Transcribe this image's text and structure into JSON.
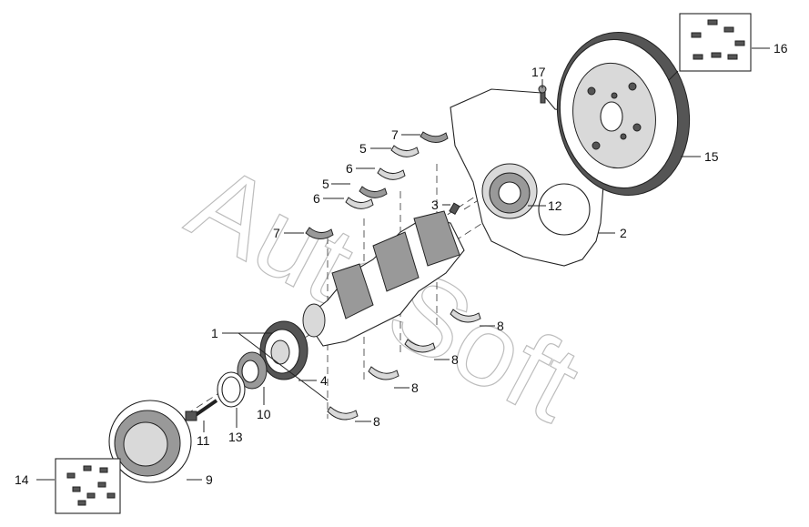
{
  "watermark": "AutoSoft",
  "callouts": [
    {
      "id": "c1",
      "text": "1"
    },
    {
      "id": "c2",
      "text": "2"
    },
    {
      "id": "c3",
      "text": "3"
    },
    {
      "id": "c4",
      "text": "4"
    },
    {
      "id": "c5a",
      "text": "5"
    },
    {
      "id": "c5b",
      "text": "5"
    },
    {
      "id": "c6a",
      "text": "6"
    },
    {
      "id": "c6b",
      "text": "6"
    },
    {
      "id": "c7a",
      "text": "7"
    },
    {
      "id": "c7b",
      "text": "7"
    },
    {
      "id": "c8a",
      "text": "8"
    },
    {
      "id": "c8b",
      "text": "8"
    },
    {
      "id": "c8c",
      "text": "8"
    },
    {
      "id": "c8d",
      "text": "8"
    },
    {
      "id": "c9",
      "text": "9"
    },
    {
      "id": "c10",
      "text": "10"
    },
    {
      "id": "c11",
      "text": "11"
    },
    {
      "id": "c12",
      "text": "12"
    },
    {
      "id": "c13",
      "text": "13"
    },
    {
      "id": "c14",
      "text": "14"
    },
    {
      "id": "c15",
      "text": "15"
    },
    {
      "id": "c16",
      "text": "16"
    },
    {
      "id": "c17",
      "text": "17"
    }
  ]
}
